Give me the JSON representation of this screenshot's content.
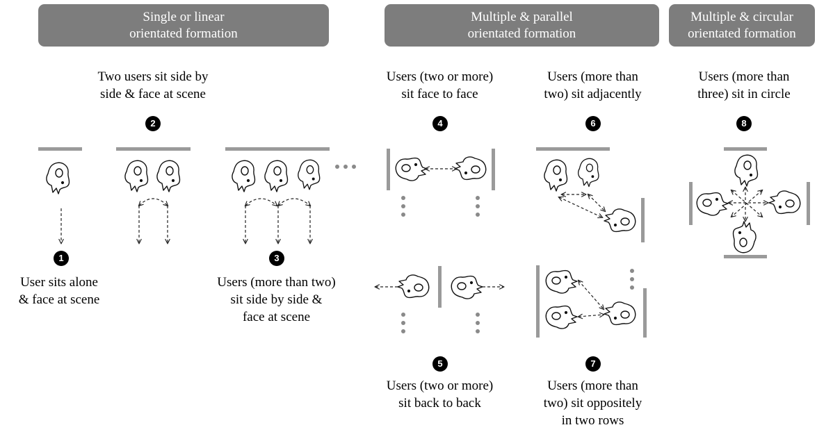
{
  "categories": [
    {
      "line1": "Single or linear",
      "line2": "orientated formation"
    },
    {
      "line1": "Multiple & parallel",
      "line2": "orientated formation"
    },
    {
      "line1": "Multiple & circular",
      "line2": "orientated formation"
    }
  ],
  "formations": [
    {
      "number": "1",
      "lines": [
        "User sits alone",
        "& face at scene"
      ]
    },
    {
      "number": "2",
      "lines": [
        "Two users sit side by",
        "side & face at scene"
      ]
    },
    {
      "number": "3",
      "lines": [
        "Users (more than two)",
        "sit side by side &",
        "face at scene"
      ]
    },
    {
      "number": "4",
      "lines": [
        "Users (two or more)",
        "sit face to face"
      ]
    },
    {
      "number": "5",
      "lines": [
        "Users (two or more)",
        "sit back to back"
      ]
    },
    {
      "number": "6",
      "lines": [
        "Users (more than",
        "two) sit adjacently"
      ]
    },
    {
      "number": "7",
      "lines": [
        "Users (more than",
        "two) sit oppositely",
        "in two rows"
      ]
    },
    {
      "number": "8",
      "lines": [
        "Users (more than",
        "three) sit in circle"
      ]
    }
  ],
  "colors": {
    "banner": "#7d7d7d",
    "wall": "#9a9a9a",
    "badge": "#000000"
  },
  "icons": {
    "user": "user-top-view-icon",
    "wall": "wall-bar",
    "more": "continuation-dots"
  }
}
